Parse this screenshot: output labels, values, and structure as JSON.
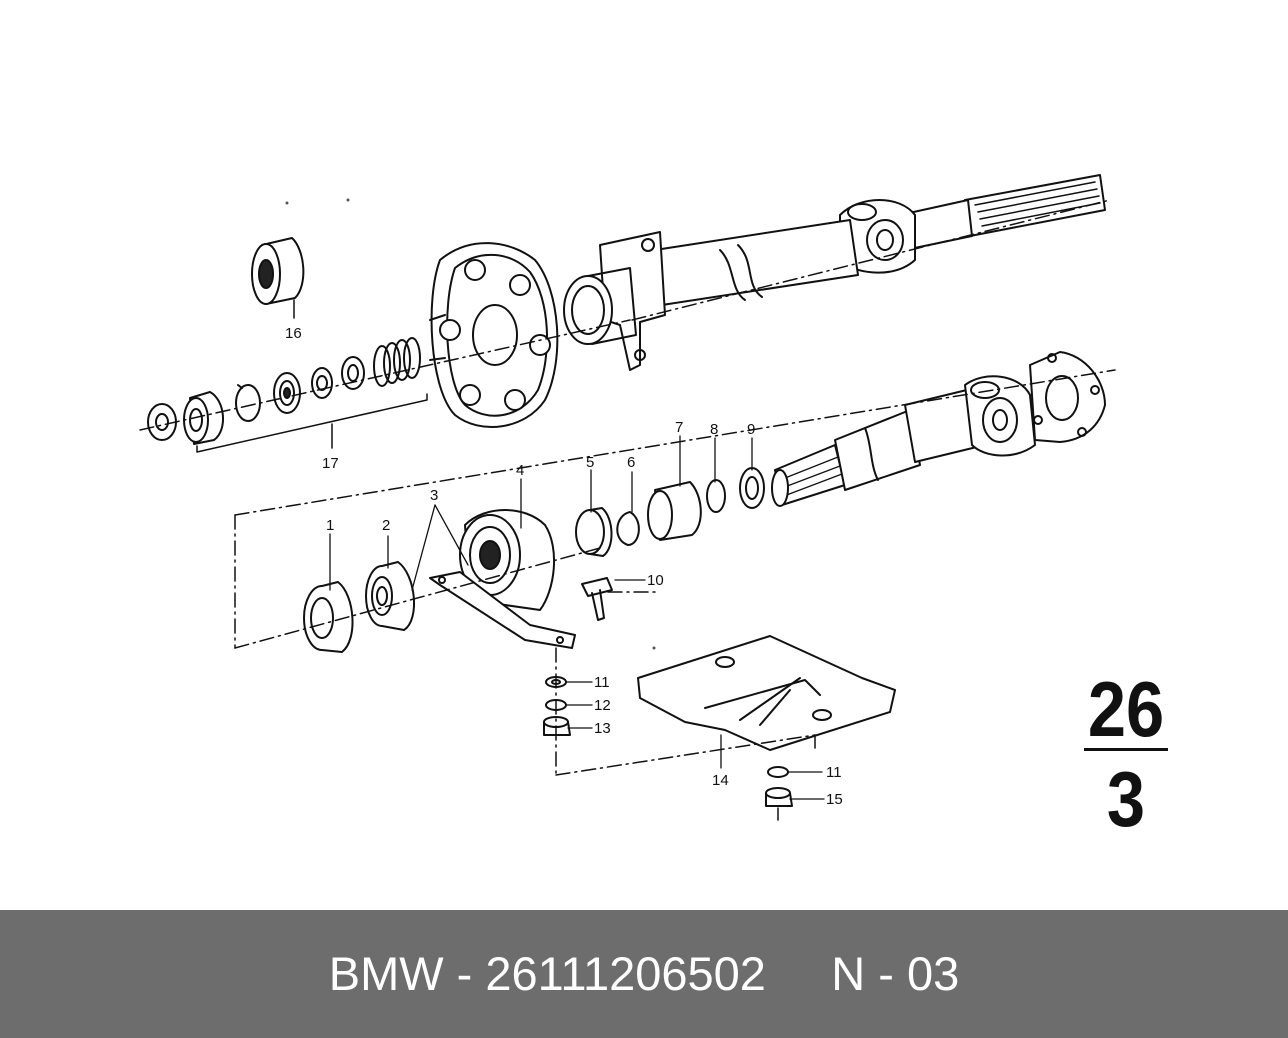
{
  "diagram": {
    "part_labels": {
      "p1": "1",
      "p2": "2",
      "p3": "3",
      "p4": "4",
      "p5": "5",
      "p6": "6",
      "p7": "7",
      "p8": "8",
      "p9": "9",
      "p10": "10",
      "p11a": "11",
      "p11b": "11",
      "p12": "12",
      "p13": "13",
      "p14": "14",
      "p15": "15",
      "p16": "16",
      "p17": "17"
    },
    "group": {
      "top": "26",
      "bottom": "3"
    }
  },
  "footer": {
    "text": "BMW - 26111206502     N - 03"
  },
  "colors": {
    "footer_bg": "#6d6d6d",
    "footer_text": "#ffffff",
    "ink": "#111111"
  }
}
